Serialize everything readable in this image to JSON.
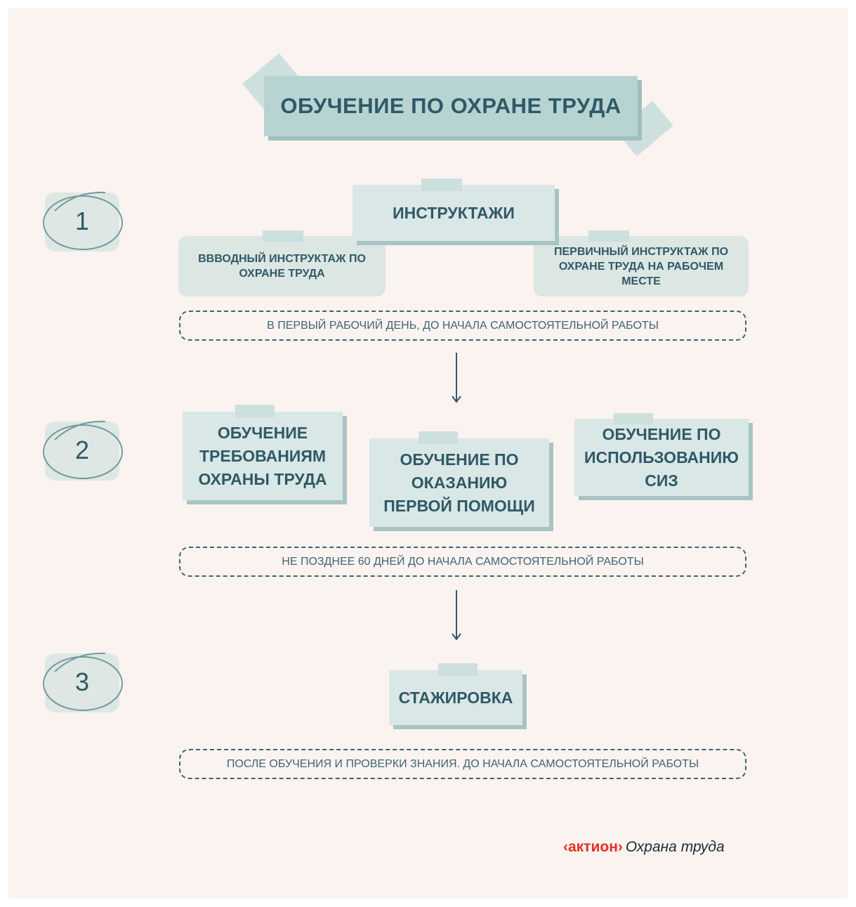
{
  "title": "ОБУЧЕНИЕ ПО ОХРАНЕ ТРУДА",
  "steps": [
    {
      "number": "1"
    },
    {
      "number": "2"
    },
    {
      "number": "3"
    }
  ],
  "stage1": {
    "header": "ИНСТРУКТАЖИ",
    "left": "ВВВОДНЫЙ ИНСТРУКТАЖ ПО ОХРАНЕ ТРУДА",
    "right": "ПЕРВИЧНЫЙ ИНСТРУКТАЖ ПО ОХРАНЕ ТРУДА НА РАБОЧЕМ МЕСТЕ",
    "note": "В ПЕРВЫЙ РАБОЧИЙ ДЕНЬ, ДО НАЧАЛА САМОСТОЯТЕЛЬНОЙ РАБОТЫ"
  },
  "stage2": {
    "cards": [
      "ОБУЧЕНИЕ ТРЕБОВАНИЯМ ОХРАНЫ ТРУДА",
      "ОБУЧЕНИЕ ПО ОКАЗАНИЮ ПЕРВОЙ ПОМОЩИ",
      "ОБУЧЕНИЕ ПО ИСПОЛЬЗОВАНИЮ СИЗ"
    ],
    "note": "НЕ ПОЗДНЕЕ 60 ДНЕЙ ДО НАЧАЛА САМОСТОЯТЕЛЬНОЙ РАБОТЫ"
  },
  "stage3": {
    "card": "СТАЖИРОВКА",
    "note": "ПОСЛЕ ОБУЧЕНИЯ И ПРОВЕРКИ ЗНАНИЯ. ДО НАЧАЛА САМОСТОЯТЕЛЬНОЙ РАБОТЫ"
  },
  "brand": {
    "name": "‹актион›",
    "suffix": "Охрана труда"
  },
  "colors": {
    "background": "#fbf3f0",
    "card": "#d9e7e6",
    "title_box": "#b7d4d2",
    "text": "#2f5966",
    "brand_red": "#e63122"
  }
}
